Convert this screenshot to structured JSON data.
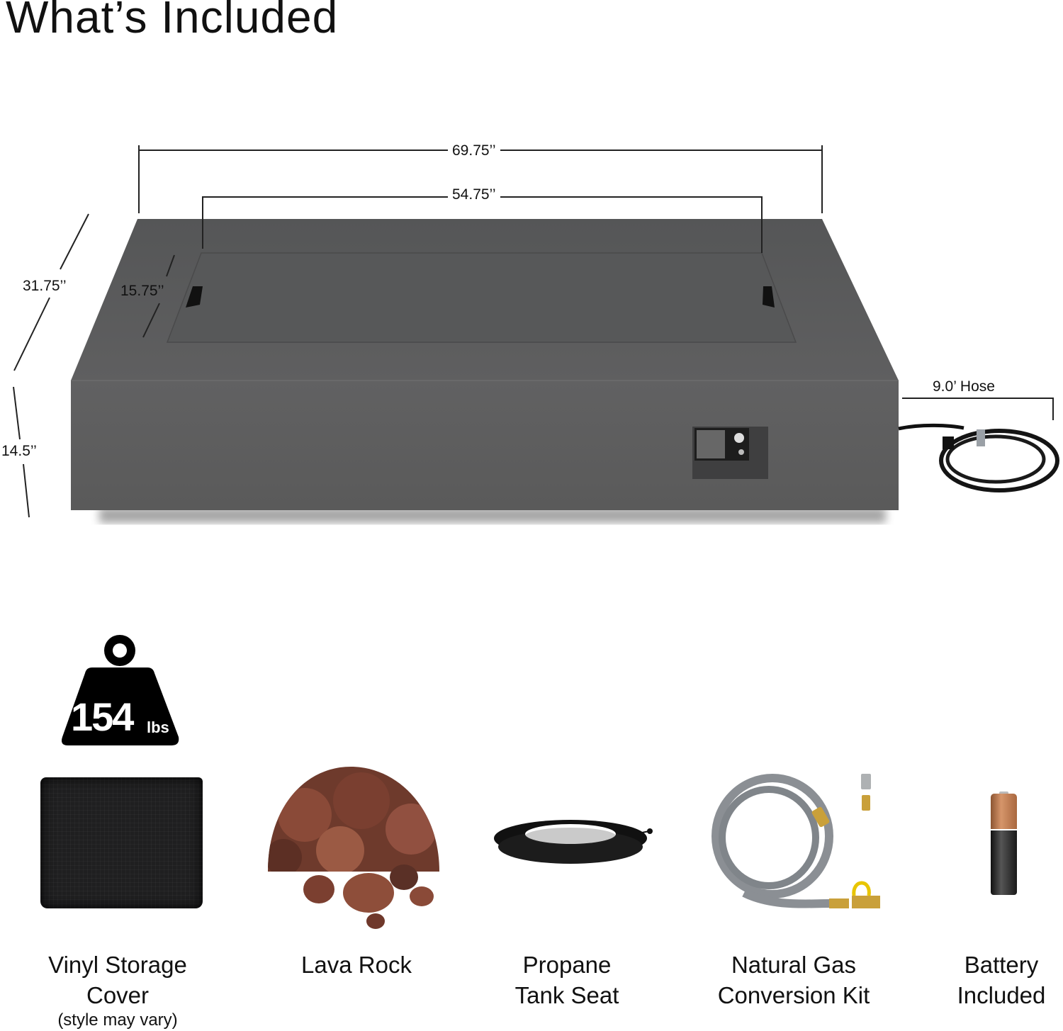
{
  "header": {
    "title": "What’s Included"
  },
  "dimensions": {
    "overall_length": "69.75’’",
    "burner_length": "54.75’’",
    "overall_depth": "31.75’’",
    "burner_depth": "15.75’’",
    "height": "14.5’’",
    "hose": "9.0’ Hose"
  },
  "weight_badge": {
    "value": "154",
    "unit": "lbs"
  },
  "items": [
    {
      "label_line1": "Vinyl Storage",
      "label_line2": "Cover",
      "note": "(style may vary)",
      "icon": "storage-cover"
    },
    {
      "label_line1": "Lava Rock",
      "label_line2": "",
      "note": "",
      "icon": "lava-rock"
    },
    {
      "label_line1": "Propane",
      "label_line2": "Tank Seat",
      "note": "",
      "icon": "tank-seat"
    },
    {
      "label_line1": "Natural Gas",
      "label_line2": "Conversion Kit",
      "note": "",
      "icon": "gas-hose-kit"
    },
    {
      "label_line1": "Battery",
      "label_line2": "Included",
      "note": "",
      "icon": "battery"
    }
  ],
  "colors": {
    "fire_table": "#5e5e5e",
    "fire_table_top": "#585859",
    "lava": "#8a4a38",
    "battery_copper": "#b8734a",
    "hose_gray": "#8b8f94",
    "brass": "#c9a03a"
  }
}
